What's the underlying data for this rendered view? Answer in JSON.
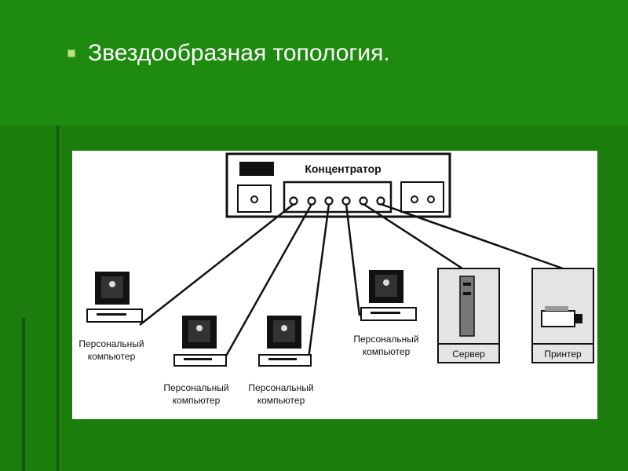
{
  "slide": {
    "bullet_title": "Звездообразная топология."
  },
  "diagram": {
    "hub_label": "Концентратор",
    "devices": [
      {
        "label_line1": "Персональный",
        "label_line2": "компьютер"
      },
      {
        "label_line1": "Персональный",
        "label_line2": "компьютер"
      },
      {
        "label_line1": "Персональный",
        "label_line2": "компьютер"
      },
      {
        "label_line1": "Персональный",
        "label_line2": "компьютер"
      },
      {
        "label": "Сервер"
      },
      {
        "label": "Принтер"
      }
    ]
  }
}
